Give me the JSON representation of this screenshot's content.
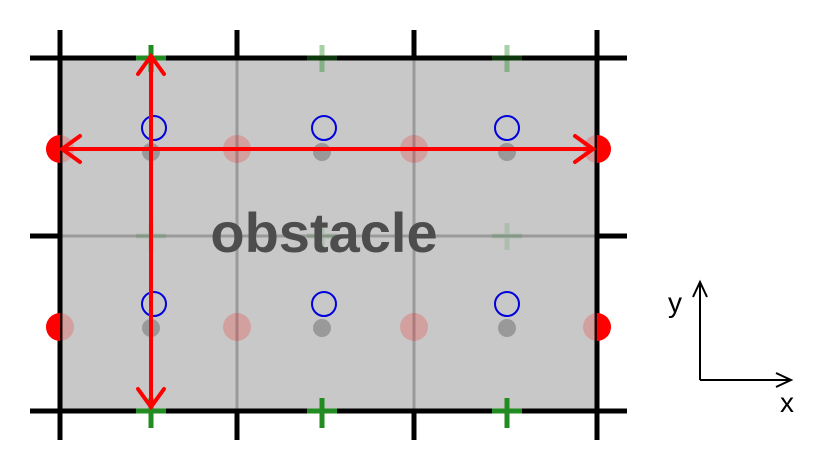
{
  "diagram": {
    "label": "obstacle",
    "axes": {
      "x_label": "x",
      "y_label": "y"
    },
    "colors": {
      "obstacle_fill": "#c8c8c8",
      "grid_line": "#000000",
      "inner_grid": "#9a9a9a",
      "arrow": "#ff0000",
      "velocity_point": "#ff0000",
      "pressure_point": "#999999",
      "cell_center_marker": "#0000dd",
      "plus_marker": "#228b22"
    },
    "legend_icons": [
      "plus-marker-icon",
      "circle-marker-icon",
      "dot-marker-icon",
      "arrow-icon"
    ]
  }
}
